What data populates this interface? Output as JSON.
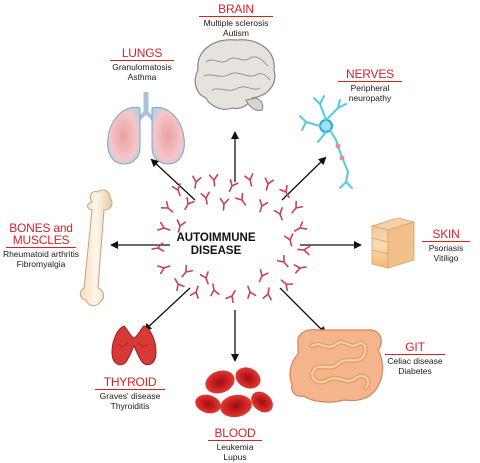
{
  "center": {
    "line1": "AUTOIMMUNE",
    "line2": "DISEASE"
  },
  "organs": {
    "brain": {
      "title": "BRAIN",
      "diseases": [
        "Multiple sclerosis",
        "Autism"
      ]
    },
    "lungs": {
      "title": "LUNGS",
      "diseases": [
        "Granulomatosis",
        "Asthma"
      ]
    },
    "nerves": {
      "title": "NERVES",
      "diseases": [
        "Peripheral",
        "neuropathy"
      ]
    },
    "bones": {
      "title_line1": "BONES and",
      "title_line2": "MUSCLES",
      "diseases": [
        "Rheumatoid arthritis",
        "Fibromyalgia"
      ]
    },
    "skin": {
      "title": "SKIN",
      "diseases": [
        "Psoriasis",
        "Vitiligo"
      ]
    },
    "thyroid": {
      "title": "THYROID",
      "diseases": [
        "Graves' disease",
        "Thyroiditis"
      ]
    },
    "git": {
      "title": "GIT",
      "diseases": [
        "Celiac disease",
        "Diabetes"
      ]
    },
    "blood": {
      "title": "BLOOD",
      "diseases": [
        "Leukemia",
        "Lupus"
      ]
    }
  },
  "colors": {
    "accent": "#d2232a",
    "antibody": "#c8405a",
    "arrow": "#111111"
  }
}
